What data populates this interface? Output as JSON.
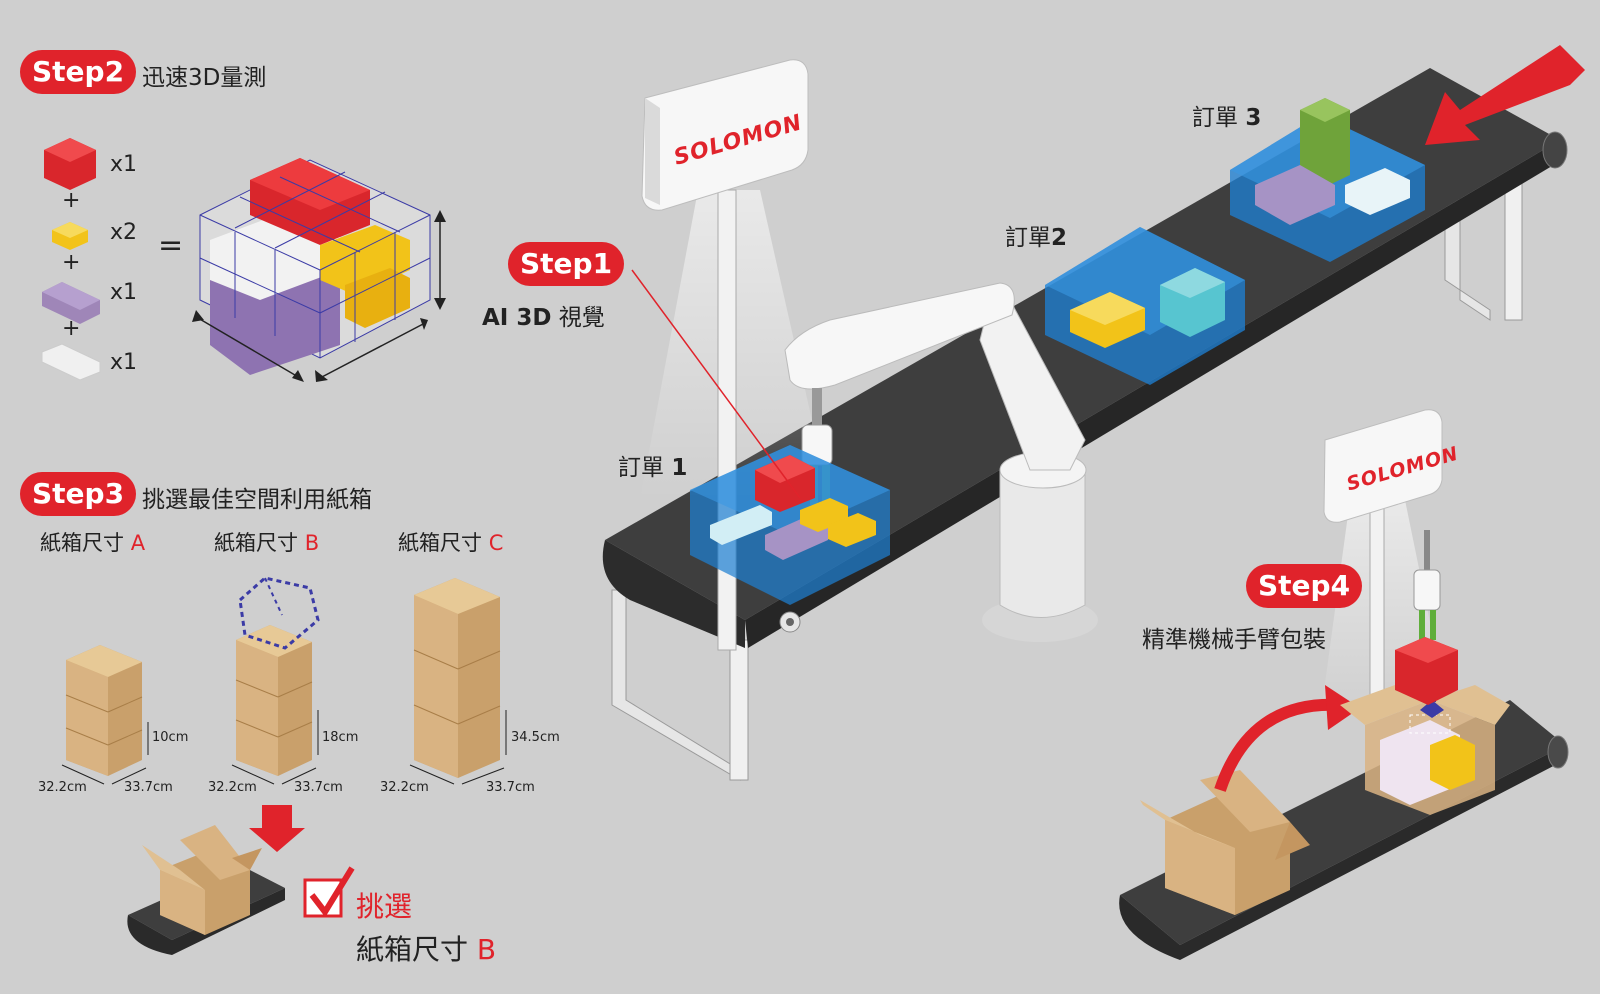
{
  "step1": {
    "badge": "Step1",
    "caption_prefix": "AI 3D",
    "caption_suffix": " 視覺"
  },
  "step2": {
    "badge": "Step2",
    "caption": "迅速3D量測",
    "items": [
      {
        "color": "#d9262c",
        "qty": "x1"
      },
      {
        "color": "#f2c319",
        "qty": "x2"
      },
      {
        "color": "#9f86b8",
        "qty": "x1"
      },
      {
        "color": "#f0f0f0",
        "qty": "x1"
      }
    ],
    "plus": "+",
    "equals": "="
  },
  "step3": {
    "badge": "Step3",
    "caption": "挑選最佳空間利用紙箱",
    "boxes": [
      {
        "name": "紙箱尺寸",
        "letter": "A",
        "height": "10cm",
        "width1": "32.2cm",
        "width2": "33.7cm"
      },
      {
        "name": "紙箱尺寸",
        "letter": "B",
        "height": "18cm",
        "width1": "32.2cm",
        "width2": "33.7cm"
      },
      {
        "name": "紙箱尺寸",
        "letter": "C",
        "height": "34.5cm",
        "width1": "32.2cm",
        "width2": "33.7cm"
      }
    ],
    "selected_line1": "挑選",
    "selected_line2_prefix": "紙箱尺寸 ",
    "selected_line2_letter": "B"
  },
  "step4": {
    "badge": "Step4",
    "caption": "精準機械手臂包裝"
  },
  "orders": [
    {
      "prefix": "訂單 ",
      "num": "1"
    },
    {
      "prefix": "訂單",
      "num": "2"
    },
    {
      "prefix": "訂單 ",
      "num": "3"
    }
  ],
  "logo": "SOLOMON",
  "gripper_logo": "SOLOMON",
  "colors": {
    "accent_red": "#e0232b",
    "belt": "#3e3e3e",
    "scan_blue": "#1f7fd1",
    "cardboard": "#d9b382",
    "green_box": "#6fa33a",
    "cyan_box": "#57c5d0"
  }
}
